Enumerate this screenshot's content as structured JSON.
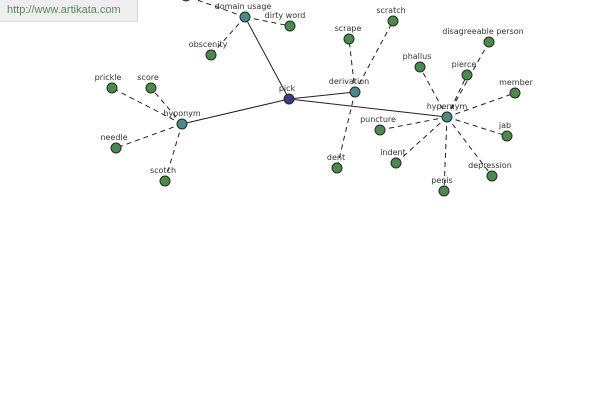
{
  "header": {
    "url": "http://www.artikata.com"
  },
  "graph": {
    "center": "pick",
    "colors": {
      "center_node": "#3a3a8a",
      "hub_node": "#4a8a8a",
      "leaf_node": "#4a8a4a",
      "edge": "#222222"
    },
    "nodes": [
      {
        "id": "pick",
        "label": "pick",
        "kind": "center"
      },
      {
        "id": "domain-usage",
        "label": "domain usage",
        "kind": "hub"
      },
      {
        "id": "hyponym",
        "label": "hyponym",
        "kind": "hub"
      },
      {
        "id": "derivation",
        "label": "derivation",
        "kind": "hub"
      },
      {
        "id": "hypernym",
        "label": "hypernym",
        "kind": "hub"
      },
      {
        "id": "dirty-word",
        "label": "dirty word",
        "kind": "leaf"
      },
      {
        "id": "obscenity",
        "label": "obscenity",
        "kind": "leaf"
      },
      {
        "id": "prickle",
        "label": "prickle",
        "kind": "leaf"
      },
      {
        "id": "score",
        "label": "score",
        "kind": "leaf"
      },
      {
        "id": "needle",
        "label": "needle",
        "kind": "leaf"
      },
      {
        "id": "scotch",
        "label": "scotch",
        "kind": "leaf"
      },
      {
        "id": "scrape",
        "label": "scrape",
        "kind": "leaf"
      },
      {
        "id": "scratch",
        "label": "scratch",
        "kind": "leaf"
      },
      {
        "id": "dent",
        "label": "dent",
        "kind": "leaf"
      },
      {
        "id": "phallus",
        "label": "phallus",
        "kind": "leaf"
      },
      {
        "id": "disagreeable-person",
        "label": "disagreeable person",
        "kind": "leaf"
      },
      {
        "id": "pierce",
        "label": "pierce",
        "kind": "leaf"
      },
      {
        "id": "member",
        "label": "member",
        "kind": "leaf"
      },
      {
        "id": "puncture",
        "label": "puncture",
        "kind": "leaf"
      },
      {
        "id": "jab",
        "label": "jab",
        "kind": "leaf"
      },
      {
        "id": "indent",
        "label": "indent",
        "kind": "leaf"
      },
      {
        "id": "depression",
        "label": "depression",
        "kind": "leaf"
      },
      {
        "id": "penis",
        "label": "penis",
        "kind": "leaf"
      },
      {
        "id": "offscreen",
        "label": "",
        "kind": "leaf"
      }
    ],
    "edges": [
      {
        "from": "pick",
        "to": "domain-usage",
        "style": "solid"
      },
      {
        "from": "pick",
        "to": "hyponym",
        "style": "solid"
      },
      {
        "from": "pick",
        "to": "derivation",
        "style": "solid"
      },
      {
        "from": "pick",
        "to": "hypernym",
        "style": "solid"
      },
      {
        "from": "domain-usage",
        "to": "dirty-word",
        "style": "dashed"
      },
      {
        "from": "domain-usage",
        "to": "obscenity",
        "style": "dashed"
      },
      {
        "from": "domain-usage",
        "to": "offscreen",
        "style": "dashed"
      },
      {
        "from": "hyponym",
        "to": "prickle",
        "style": "dashed"
      },
      {
        "from": "hyponym",
        "to": "score",
        "style": "dashed"
      },
      {
        "from": "hyponym",
        "to": "needle",
        "style": "dashed"
      },
      {
        "from": "hyponym",
        "to": "scotch",
        "style": "dashed"
      },
      {
        "from": "derivation",
        "to": "scrape",
        "style": "dashed"
      },
      {
        "from": "derivation",
        "to": "scratch",
        "style": "dashed"
      },
      {
        "from": "derivation",
        "to": "dent",
        "style": "dashed"
      },
      {
        "from": "hypernym",
        "to": "phallus",
        "style": "dashed"
      },
      {
        "from": "hypernym",
        "to": "disagreeable-person",
        "style": "dashed"
      },
      {
        "from": "hypernym",
        "to": "pierce",
        "style": "dashed"
      },
      {
        "from": "hypernym",
        "to": "member",
        "style": "dashed"
      },
      {
        "from": "hypernym",
        "to": "puncture",
        "style": "dashed"
      },
      {
        "from": "hypernym",
        "to": "jab",
        "style": "dashed"
      },
      {
        "from": "hypernym",
        "to": "indent",
        "style": "dashed"
      },
      {
        "from": "hypernym",
        "to": "depression",
        "style": "dashed"
      },
      {
        "from": "hypernym",
        "to": "penis",
        "style": "dashed"
      }
    ]
  }
}
